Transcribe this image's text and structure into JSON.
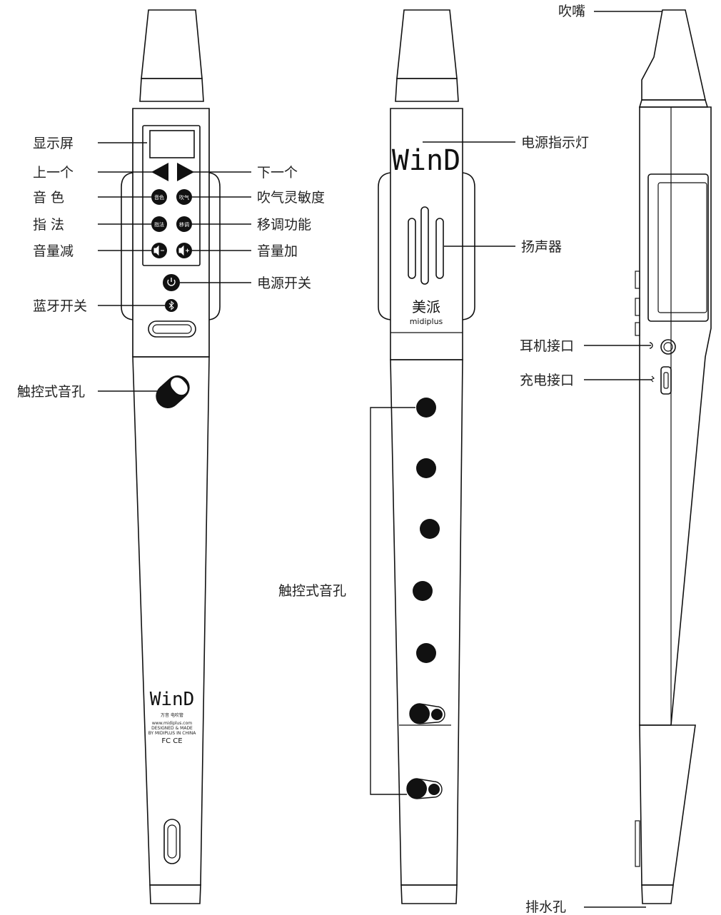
{
  "labels": {
    "display": "显示屏",
    "prev": "上一个",
    "next": "下一个",
    "tone": "音 色",
    "breath_sens": "吹气灵敏度",
    "fingering": "指 法",
    "transpose": "移调功能",
    "vol_down": "音量减",
    "vol_up": "音量加",
    "power": "电源开关",
    "bluetooth": "蓝牙开关",
    "touch_hole_front": "触控式音孔",
    "power_led": "电源指示灯",
    "speaker": "扬声器",
    "touch_hole_back": "触控式音孔",
    "mouthpiece": "吹嘴",
    "headphone": "耳机接口",
    "charge": "充电接口",
    "drain": "排水孔"
  },
  "buttons": {
    "tone": "音色",
    "breath": "吹气",
    "fingering": "指法",
    "transpose": "移调"
  },
  "branding": {
    "logo": "WinD",
    "subtitle": "万音 电吹管",
    "url": "www.midiplus.com",
    "made1": "DESIGNED & MADE",
    "made2": "BY MIDIPLUS IN CHINA",
    "cert": "FC CE",
    "brand_cn": "美派",
    "brand_en": "midiplus"
  }
}
